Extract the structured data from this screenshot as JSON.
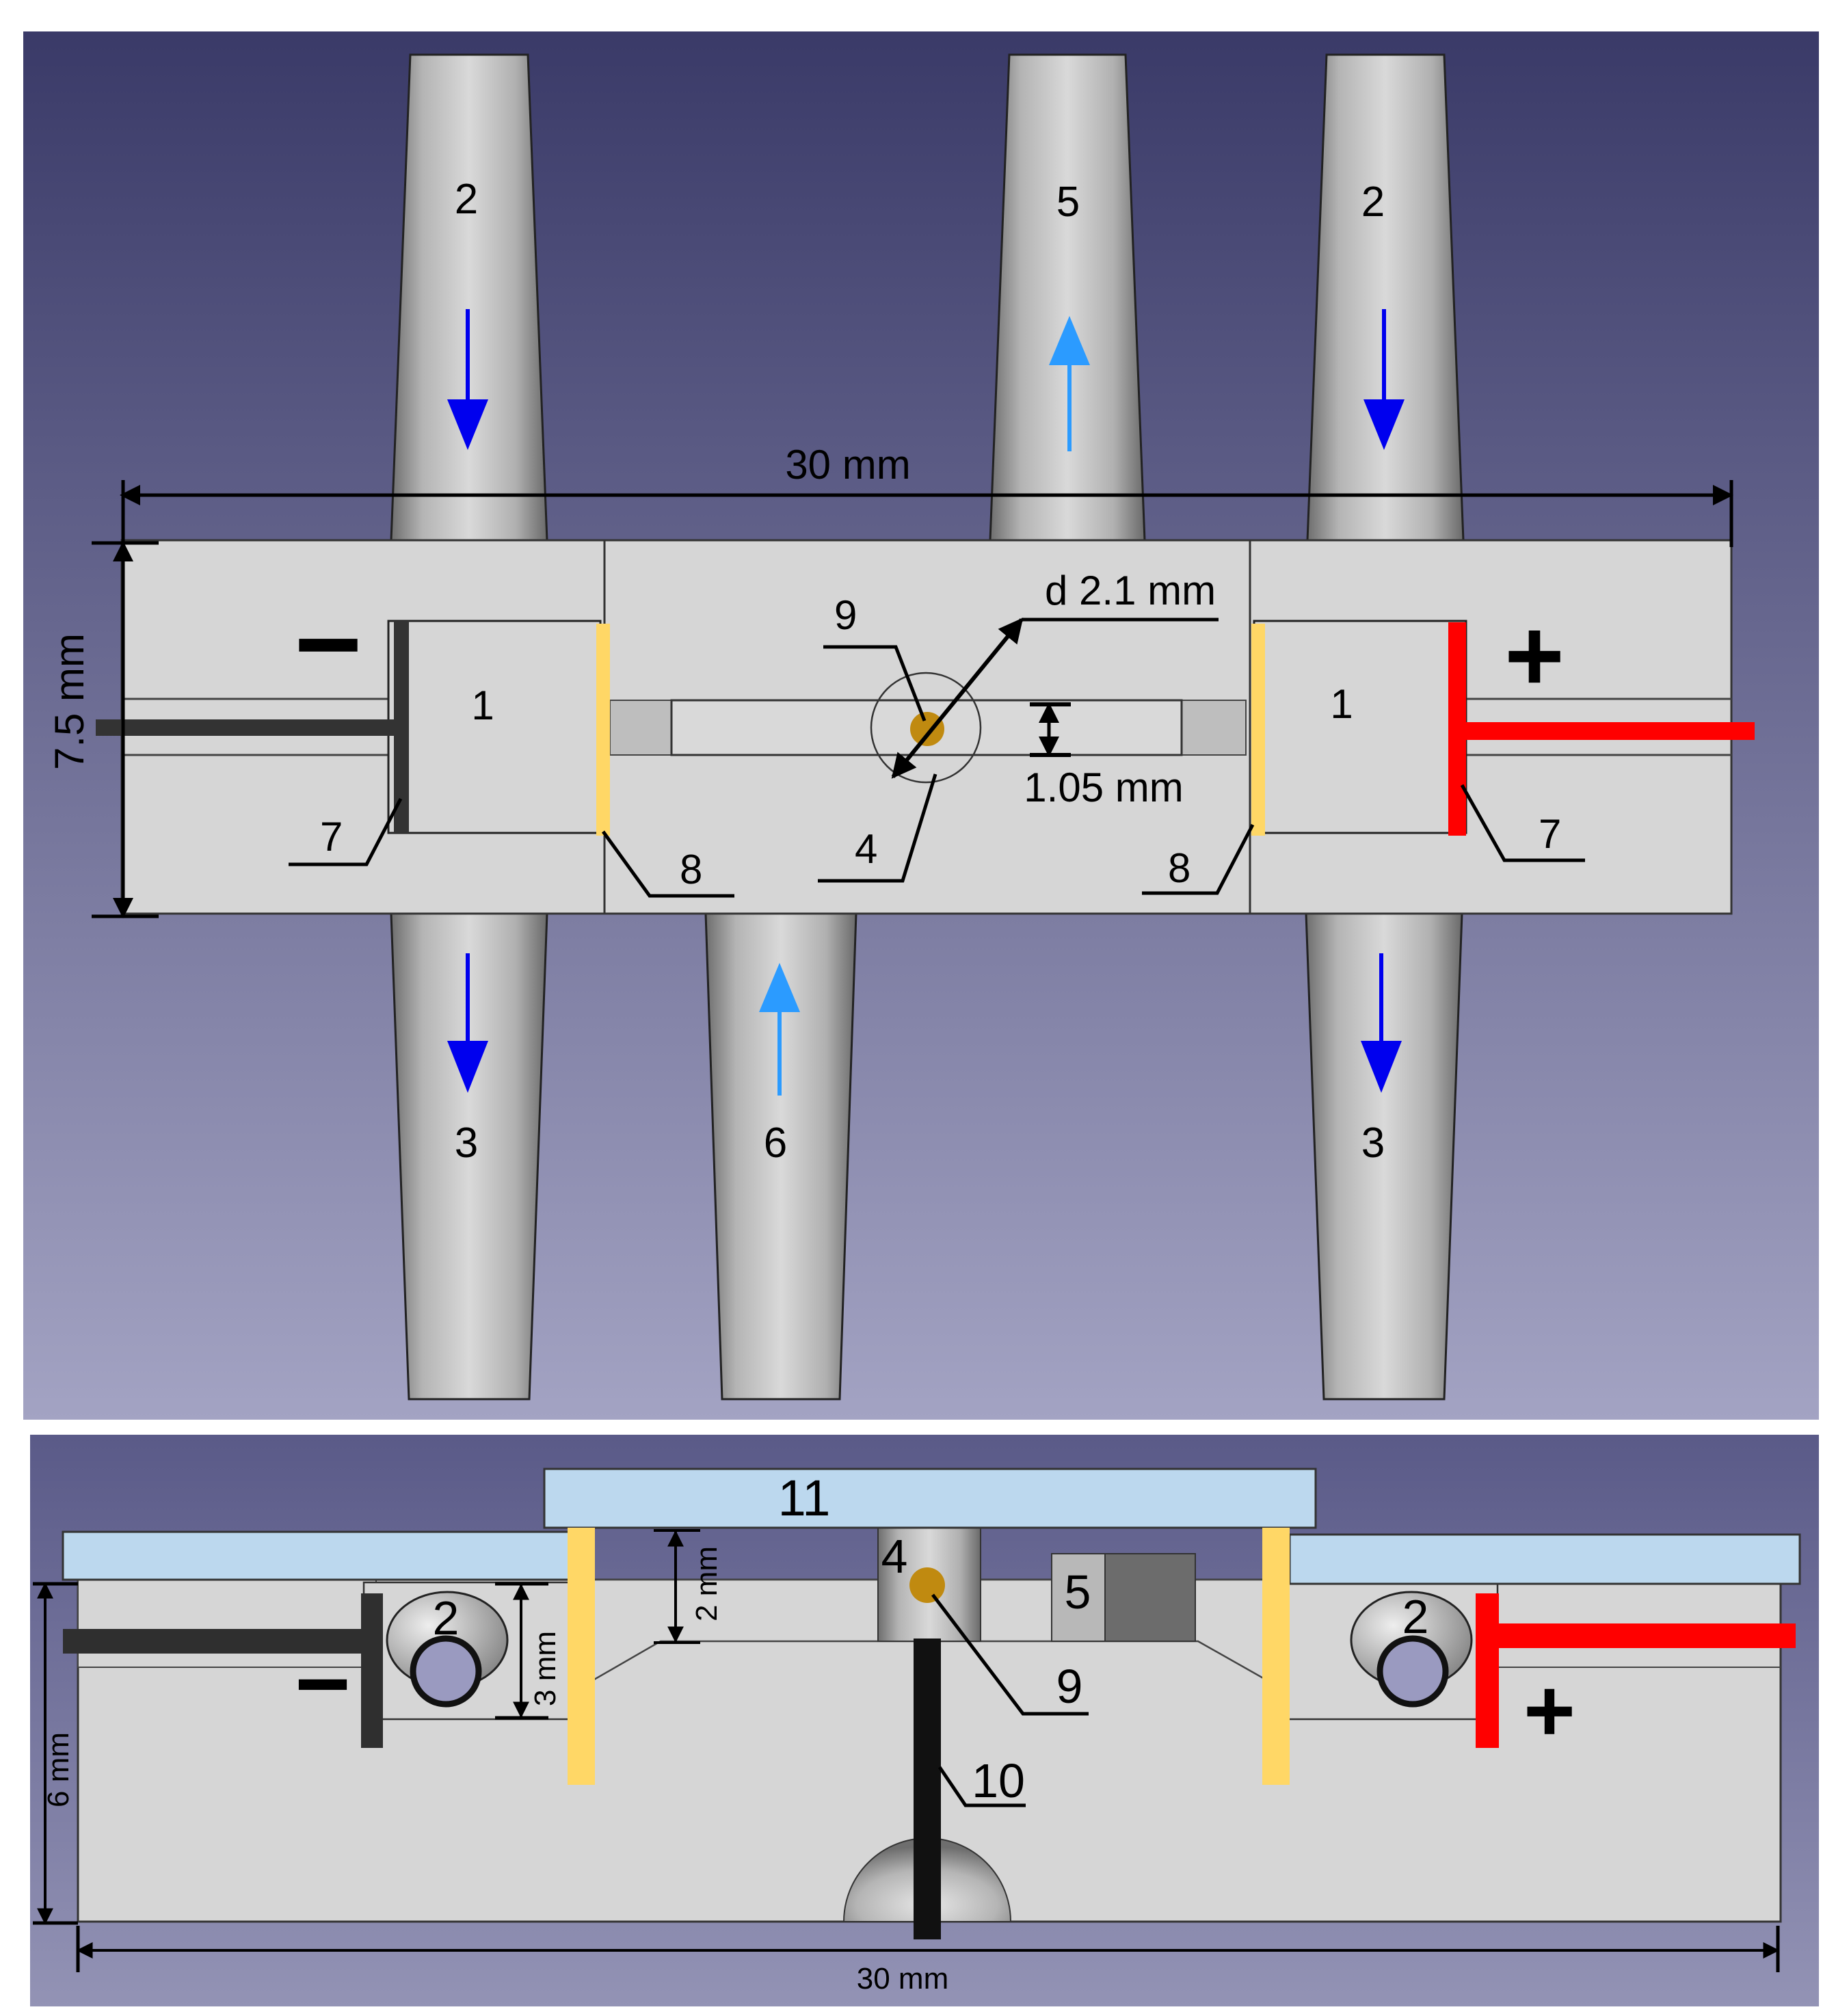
{
  "top_view": {
    "dim_width": "30 mm",
    "dim_height": "7.5 mm",
    "dim_diameter": "d 2.1 mm",
    "dim_channel": "1.05 mm",
    "minus_sign": "−",
    "plus_sign": "+",
    "labels": {
      "tube_inlet_left": "2",
      "tube_outlet_mid": "5",
      "tube_inlet_right": "2",
      "tube_outlet_left": "3",
      "tube_inlet_mid": "6",
      "tube_outlet_right": "3",
      "chamber_left": "1",
      "chamber_right": "1",
      "electrode_left": "7",
      "electrode_right": "7",
      "membrane_left": "8",
      "membrane_right": "8",
      "sphere": "9",
      "channel": "4"
    }
  },
  "side_view": {
    "cover_label": "11",
    "dim_2mm": "2 mm",
    "dim_3mm": "3 mm",
    "dim_6mm": "6 mm",
    "dim_30mm": "30 mm",
    "minus_sign": "−",
    "plus_sign": "+",
    "labels": {
      "tube_left": "2",
      "tube_right": "2",
      "channel": "4",
      "port": "5",
      "sphere": "9",
      "rod": "10"
    }
  },
  "colors": {
    "bg_top": "#3a3a68",
    "bg_bottom": "#a3a3c3",
    "body": "#d6d6d6",
    "membrane": "#ffd766",
    "electrode_neg": "#333333",
    "electrode_pos": "#ff0000",
    "arrow_inlet": "#0000ee",
    "arrow_flow": "#2b9bff",
    "sphere": "#c08a10",
    "cover": "#bcd8ee"
  }
}
